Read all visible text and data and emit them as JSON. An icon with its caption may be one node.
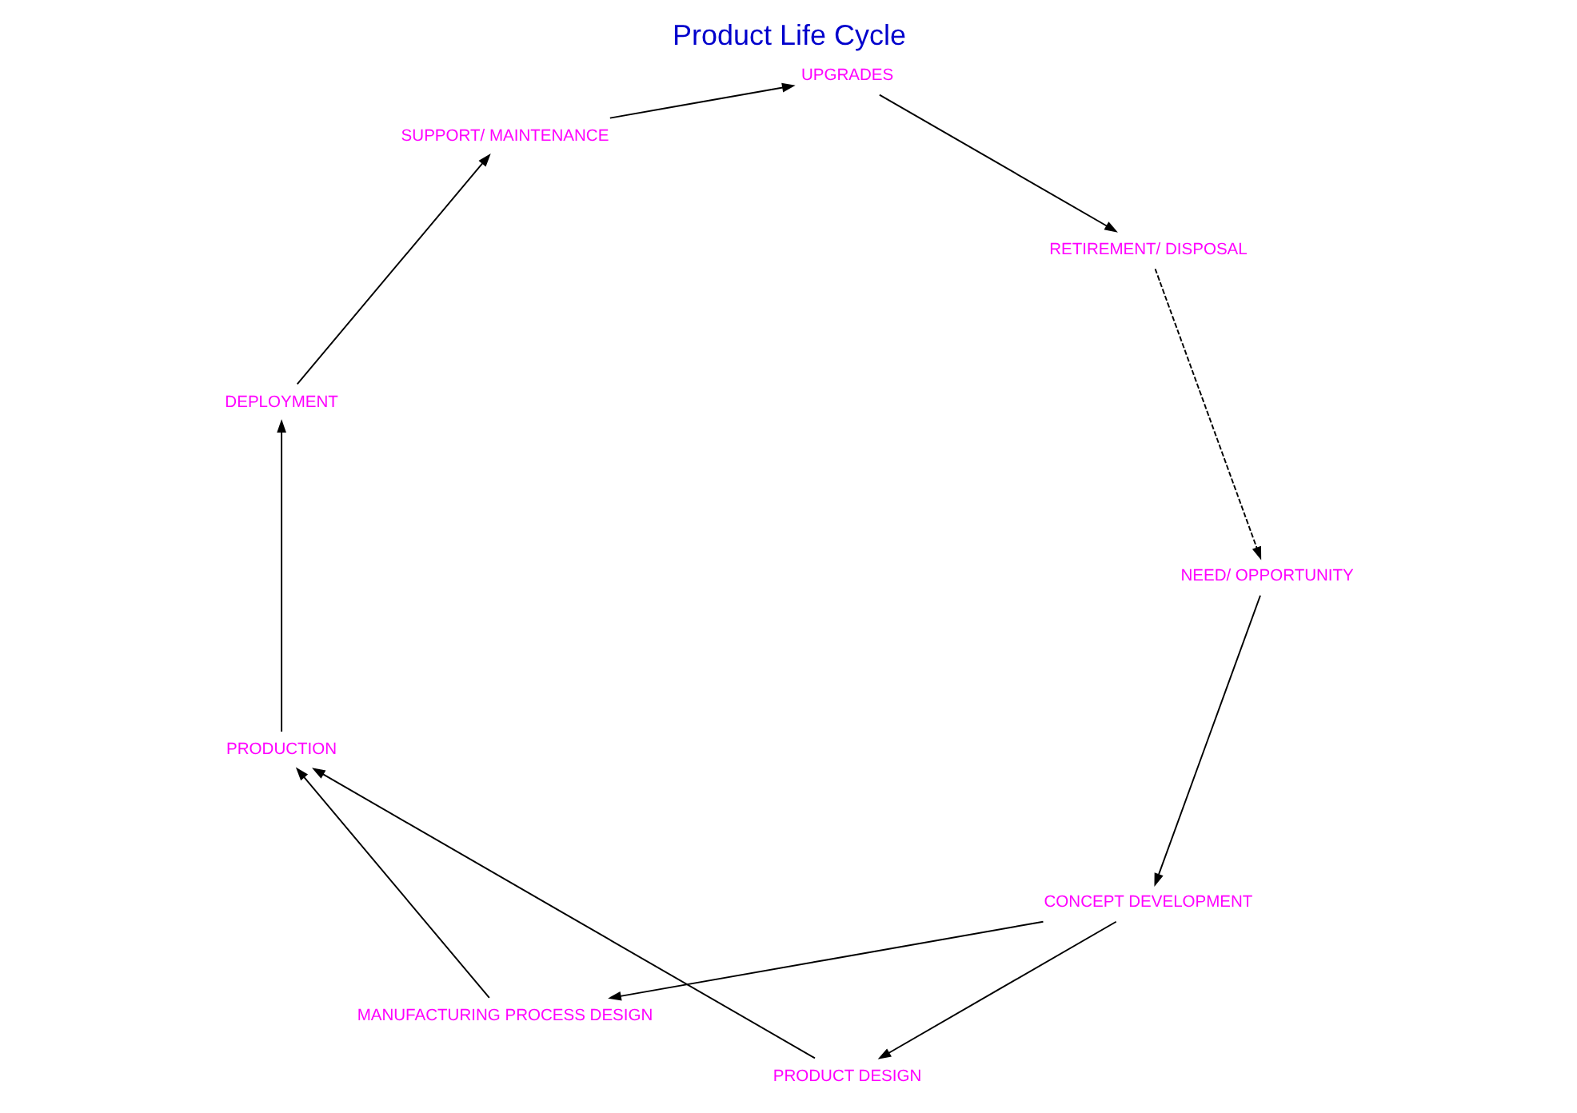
{
  "diagram": {
    "title": "Product Life Cycle",
    "nodes": [
      {
        "text": [
          "NEED/ OPPORTUNITY"
        ]
      },
      {
        "text": [
          "CONCEPT DEVELOPMENT"
        ]
      },
      {
        "text": [
          "PRODUCT DESIGN"
        ]
      },
      {
        "text": [
          "MANUFACTURING PROCESS DESIGN"
        ]
      },
      {
        "text": [
          "PRODUCTION"
        ]
      },
      {
        "text": [
          "DEPLOYMENT"
        ]
      },
      {
        "text": [
          "SUPPORT/ MAINTENANCE"
        ]
      },
      {
        "text": [
          "UPGRADES"
        ]
      },
      {
        "text": [
          "RETIREMENT/ DISPOSAL"
        ]
      }
    ],
    "edges": [
      {
        "from": 0,
        "to": 1,
        "arrow": "to"
      },
      {
        "from": 1,
        "to": 2,
        "arrow": "to"
      },
      {
        "from": 1,
        "to": 3,
        "arrow": "to"
      },
      {
        "from": 2,
        "to": 4,
        "arrow": "to"
      },
      {
        "from": 3,
        "to": 4,
        "arrow": "to"
      },
      {
        "from": 4,
        "to": 5,
        "arrow": "to"
      },
      {
        "from": 5,
        "to": 6,
        "arrow": "to"
      },
      {
        "from": 6,
        "to": 7,
        "arrow": "to"
      },
      {
        "from": 7,
        "to": 8,
        "arrow": "to"
      },
      {
        "from": 8,
        "to": 0,
        "arrow": "to",
        "style": "dashed"
      }
    ]
  }
}
